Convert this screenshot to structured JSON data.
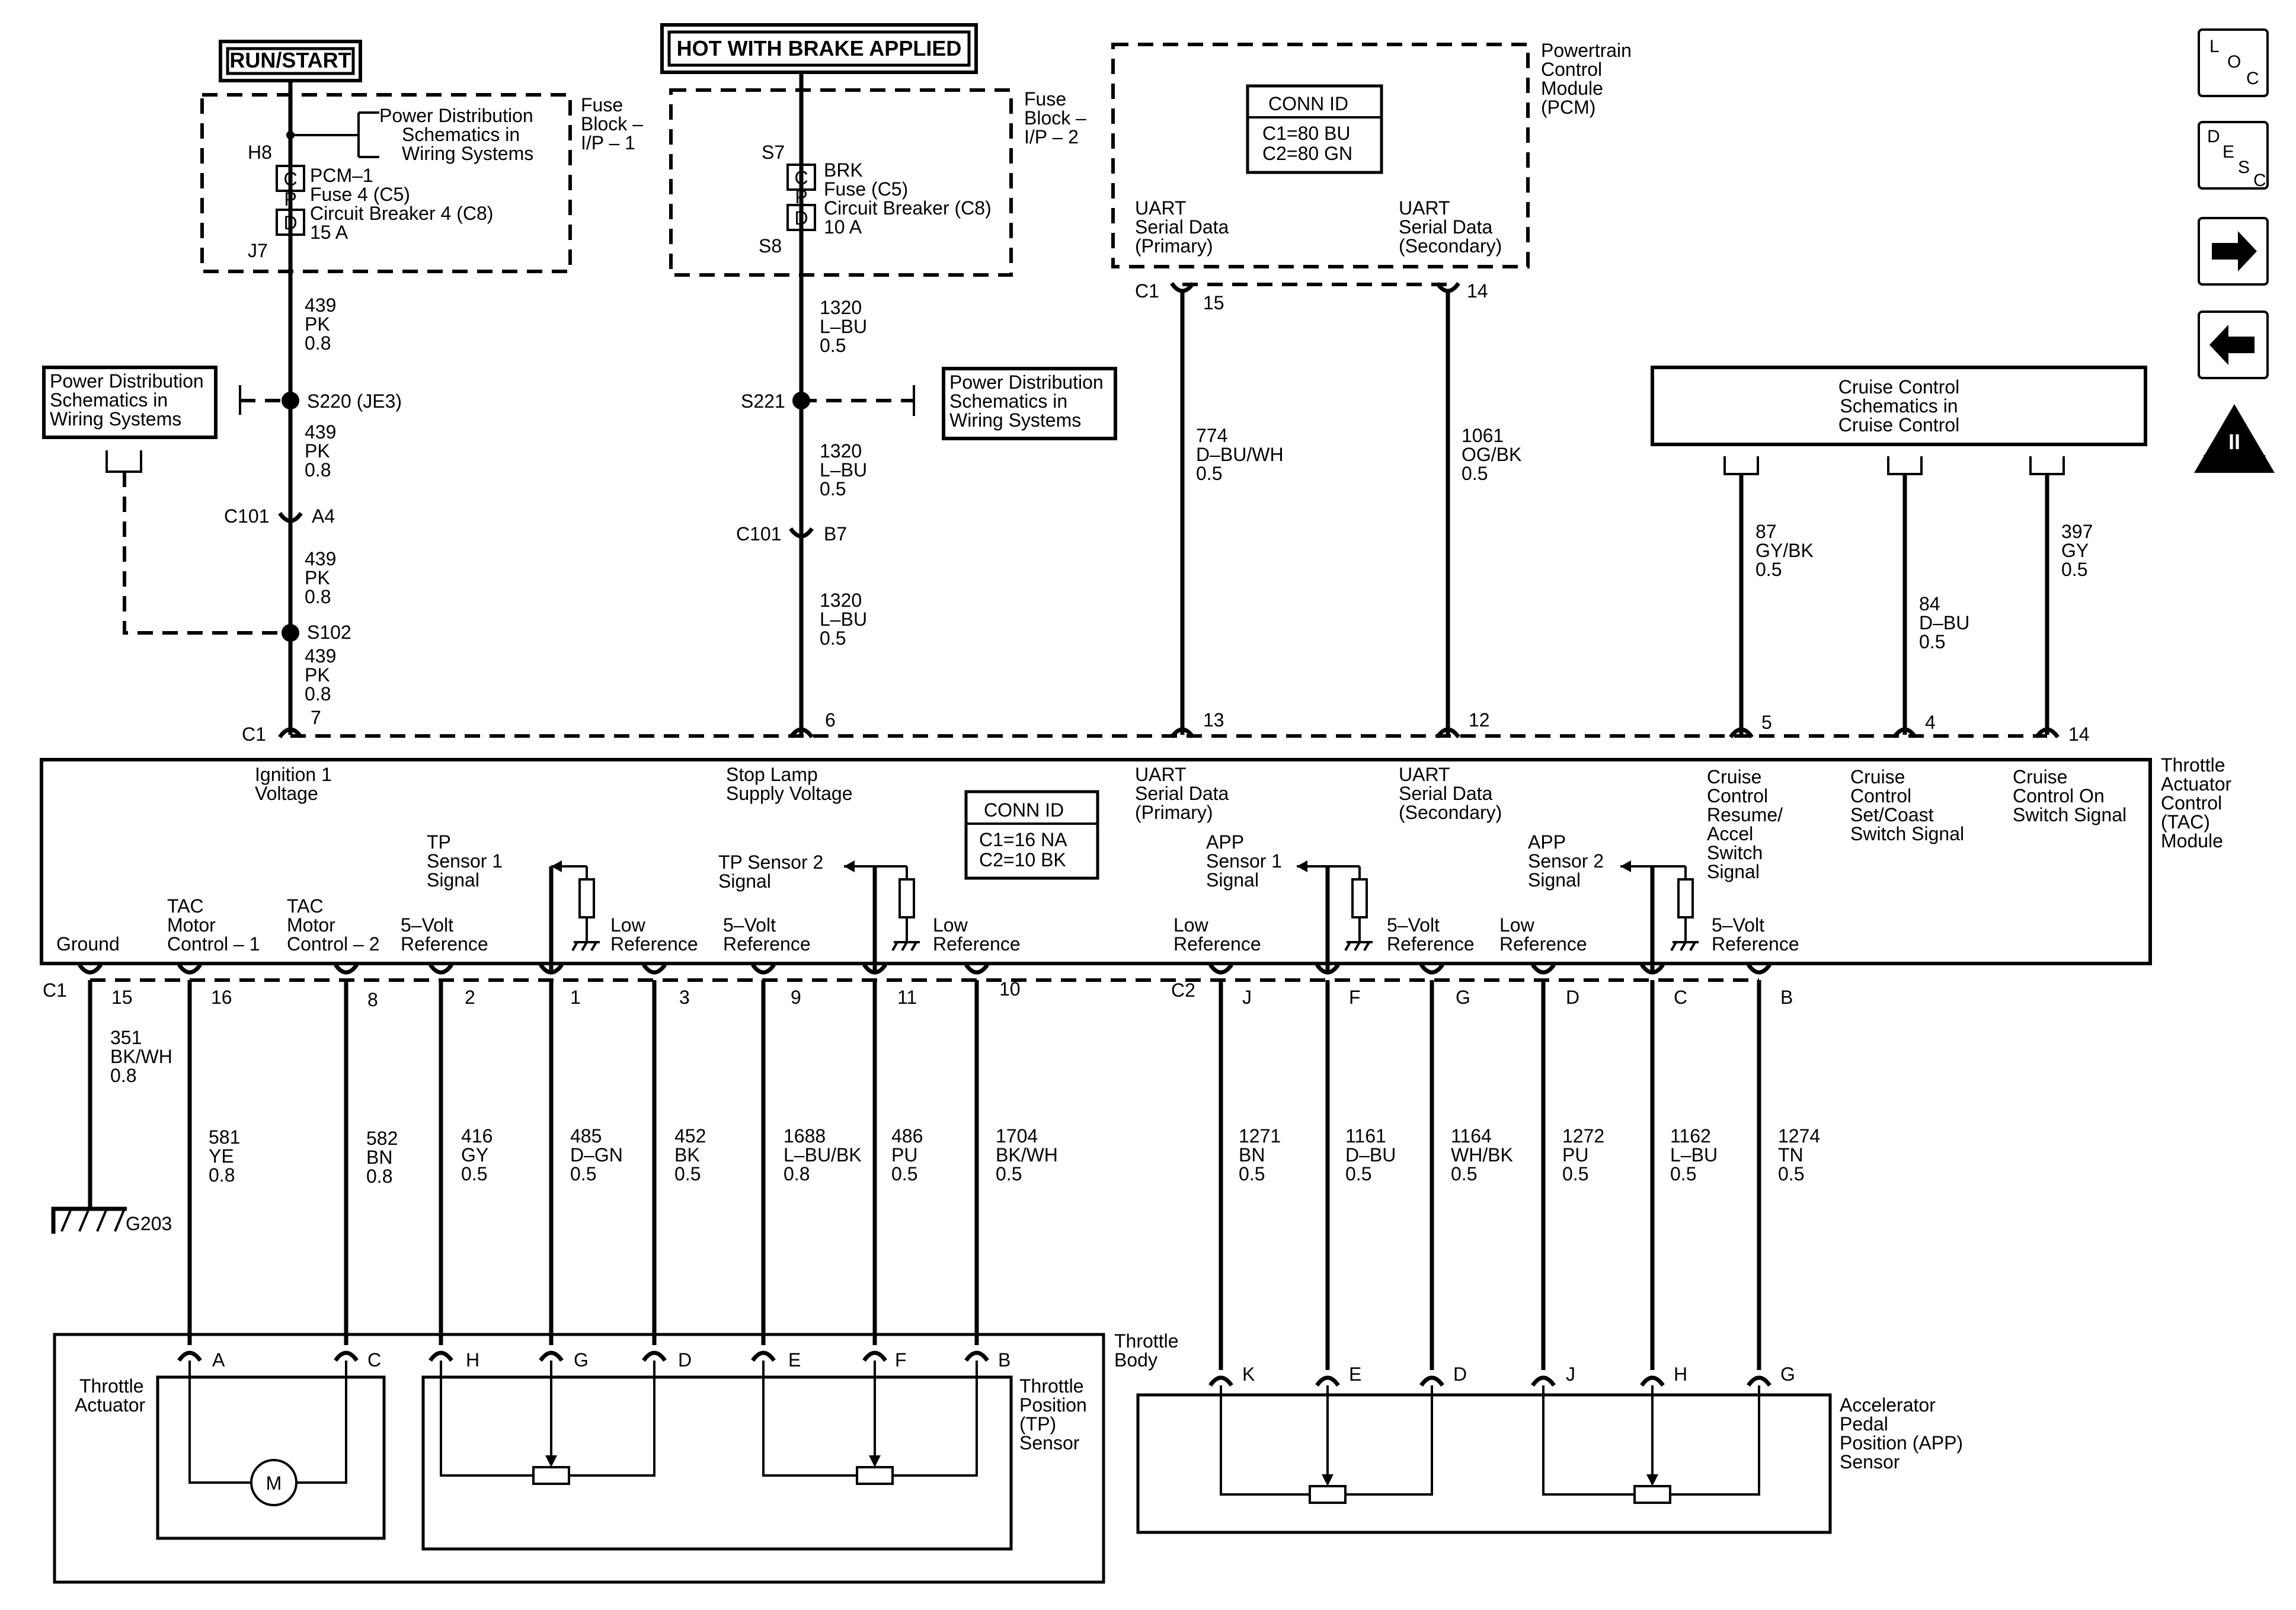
{
  "boxes": {
    "run_start": "RUN/START",
    "hot_brake": "HOT WITH BRAKE APPLIED",
    "fuse_block_1": [
      "Fuse",
      "Block –",
      "I/P – 1"
    ],
    "fuse_block_2": [
      "Fuse",
      "Block –",
      "I/P – 2"
    ],
    "pcm": [
      "Powertrain",
      "Control",
      "Module",
      "(PCM)"
    ],
    "pcm_conn_id": {
      "title": "CONN ID",
      "lines": [
        "C1=80 BU",
        "C2=80 GN"
      ]
    },
    "tac_conn_id": {
      "title": "CONN ID",
      "lines": [
        "C1=16 NA",
        "C2=10 BK"
      ]
    },
    "pd_left": [
      "Power Distribution",
      "Schematics in",
      "Wiring  Systems"
    ],
    "pd_fuse1": [
      "Power Distribution",
      "Schematics in",
      "Wiring Systems"
    ],
    "pd_s221": [
      "Power Distribution",
      "Schematics in",
      "Wiring  Systems"
    ],
    "cruise_sch": [
      "Cruise Control",
      "Schematics in",
      "Cruise Control"
    ],
    "tac_module": [
      "Throttle",
      "Actuator",
      "Control",
      "(TAC)",
      "Module"
    ],
    "throttle_body": [
      "Throttle",
      "Body"
    ],
    "throttle_actuator": [
      "Throttle",
      "Actuator"
    ],
    "tp_sensor": [
      "Throttle",
      "Position",
      "(TP)",
      "Sensor"
    ],
    "app_sensor": [
      "Accelerator",
      "Pedal",
      "Position (APP)",
      "Sensor"
    ]
  },
  "fuses": {
    "left": {
      "top": "H8",
      "bottom": "J7",
      "lines": [
        "PCM–1",
        "Fuse 4 (C5)",
        "Circuit Breaker 4 (C8)",
        "15 A"
      ]
    },
    "right": {
      "top": "S7",
      "bottom": "S8",
      "lines": [
        "BRK",
        "Fuse (C5)",
        "Circuit Breaker (C8)",
        "10 A"
      ]
    },
    "cpd": [
      "C",
      "P",
      "D"
    ]
  },
  "splices": {
    "s220": "S220 (JE3)",
    "s221": "S221",
    "s102": "S102"
  },
  "connectors": {
    "c101_a4": {
      "name": "C101",
      "pin": "A4"
    },
    "c101_b7": {
      "name": "C101",
      "pin": "B7"
    },
    "pcm_c1": "C1",
    "pcm_p15": "15",
    "pcm_p14": "14",
    "tac_top_c1": "C1",
    "tac_top_pins": [
      "7",
      "6",
      "13",
      "12",
      "5",
      "4",
      "14"
    ],
    "tac_bot_c1": "C1",
    "tac_bot_c1_pins": [
      "15",
      "16",
      "8",
      "2",
      "1",
      "3",
      "9",
      "11",
      "10"
    ],
    "tac_bot_c2": "C2",
    "tac_bot_c2_pins": [
      "J",
      "F",
      "G",
      "D",
      "C",
      "B"
    ],
    "tb_pins": [
      "A",
      "C",
      "H",
      "G",
      "D",
      "E",
      "F",
      "B"
    ],
    "app_pins": [
      "K",
      "E",
      "D",
      "J",
      "H",
      "G"
    ]
  },
  "wires": {
    "w439_1": [
      "439",
      "PK",
      "0.8"
    ],
    "w439_2": [
      "439",
      "PK",
      "0.8"
    ],
    "w439_3": [
      "439",
      "PK",
      "0.8"
    ],
    "w439_4": [
      "439",
      "PK",
      "0.8"
    ],
    "w1320_1": [
      "1320",
      "L–BU",
      "0.5"
    ],
    "w1320_2": [
      "1320",
      "L–BU",
      "0.5"
    ],
    "w1320_3": [
      "1320",
      "L–BU",
      "0.5"
    ],
    "w774": [
      "774",
      "D–BU/WH",
      "0.5"
    ],
    "w1061": [
      "1061",
      "OG/BK",
      "0.5"
    ],
    "w87": [
      "87",
      "GY/BK",
      "0.5"
    ],
    "w84": [
      "84",
      "D–BU",
      "0.5"
    ],
    "w397": [
      "397",
      "GY",
      "0.5"
    ],
    "w351": [
      "351",
      "BK/WH",
      "0.8"
    ],
    "w581": [
      "581",
      "YE",
      "0.8"
    ],
    "w582": [
      "582",
      "BN",
      "0.8"
    ],
    "w416": [
      "416",
      "GY",
      "0.5"
    ],
    "w485": [
      "485",
      "D–GN",
      "0.5"
    ],
    "w452": [
      "452",
      "BK",
      "0.5"
    ],
    "w1688": [
      "1688",
      "L–BU/BK",
      "0.8"
    ],
    "w486": [
      "486",
      "PU",
      "0.5"
    ],
    "w1704": [
      "1704",
      "BK/WH",
      "0.5"
    ],
    "w1271": [
      "1271",
      "BN",
      "0.5"
    ],
    "w1161": [
      "1161",
      "D–BU",
      "0.5"
    ],
    "w1164": [
      "1164",
      "WH/BK",
      "0.5"
    ],
    "w1272": [
      "1272",
      "PU",
      "0.5"
    ],
    "w1162": [
      "1162",
      "L–BU",
      "0.5"
    ],
    "w1274": [
      "1274",
      "TN",
      "0.5"
    ]
  },
  "pcm_labels": {
    "primary": [
      "UART",
      "Serial Data",
      "(Primary)"
    ],
    "secondary": [
      "UART",
      "Serial Data",
      "(Secondary)"
    ]
  },
  "tac_labels": {
    "ign": [
      "Ignition 1",
      "Voltage"
    ],
    "stop": [
      "Stop Lamp",
      "Supply Voltage"
    ],
    "uart_p": [
      "UART",
      "Serial Data",
      "(Primary)"
    ],
    "uart_s": [
      "UART",
      "Serial Data",
      "(Secondary)"
    ],
    "cruise_resume": [
      "Cruise",
      "Control",
      "Resume/",
      "Accel",
      "Switch",
      "Signal"
    ],
    "cruise_set": [
      "Cruise",
      "Control",
      "Set/Coast",
      "Switch Signal"
    ],
    "cruise_on": [
      "Cruise",
      "Control On",
      "Switch Signal"
    ],
    "tp1": [
      "TP",
      "Sensor 1",
      "Signal"
    ],
    "tp2": [
      "TP Sensor 2",
      "Signal"
    ],
    "app1": [
      "APP",
      "Sensor 1",
      "Signal"
    ],
    "app2": [
      "APP",
      "Sensor 2",
      "Signal"
    ],
    "ground": "Ground",
    "tac1": [
      "TAC",
      "Motor",
      "Control – 1"
    ],
    "tac2": [
      "TAC",
      "Motor",
      "Control – 2"
    ],
    "fv1": [
      "5–Volt",
      "Reference"
    ],
    "lr1": [
      "Low",
      "Reference"
    ],
    "fv2": [
      "5–Volt",
      "Reference"
    ],
    "lr2": [
      "Low",
      "Reference"
    ],
    "lr3": [
      "Low",
      "Reference"
    ],
    "fv3": [
      "5–Volt",
      "Reference"
    ],
    "lr4": [
      "Low",
      "Reference"
    ],
    "fv4": [
      "5–Volt",
      "Reference"
    ]
  },
  "ground": "G203",
  "motor": "M",
  "nav": {
    "loc": [
      "L",
      "O",
      "C"
    ],
    "desc": [
      "D",
      "E",
      "S",
      "C"
    ],
    "obd": "OBD II",
    "obd_mark": "II"
  }
}
